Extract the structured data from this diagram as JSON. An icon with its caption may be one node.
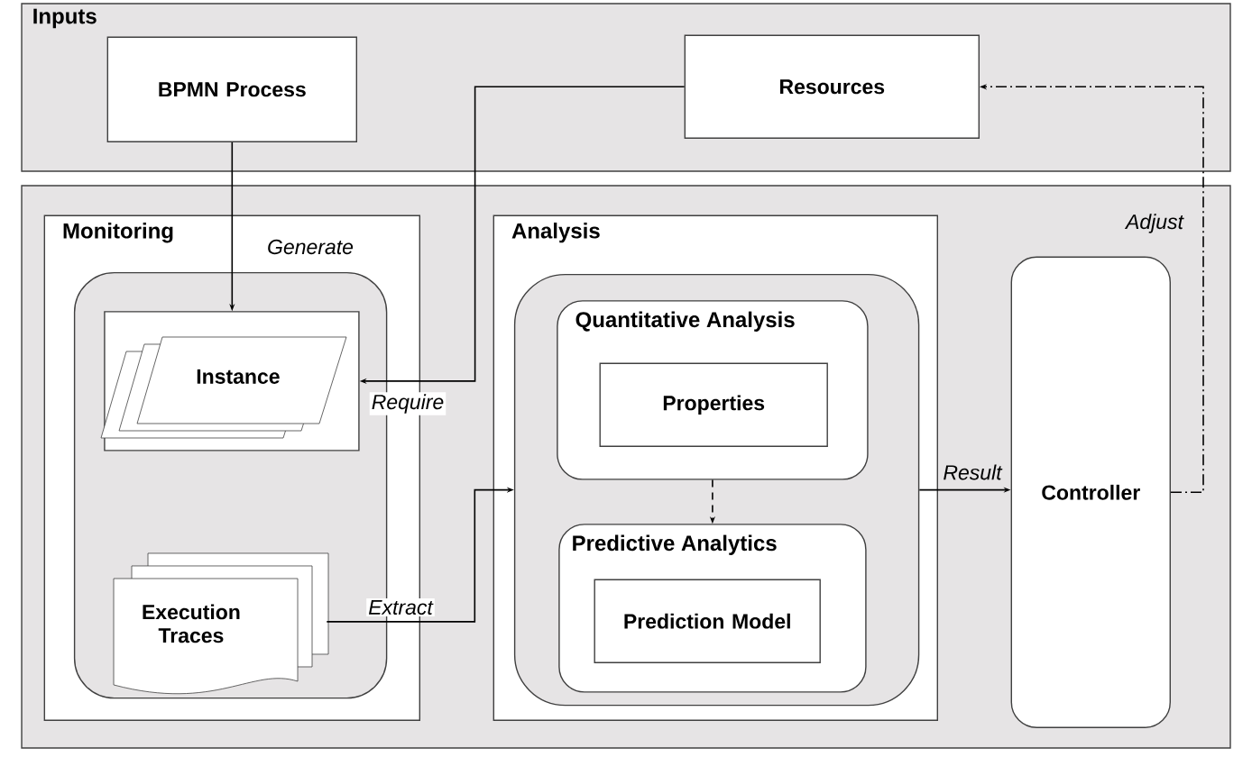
{
  "diagram": {
    "nodes": [
      {
        "text": [
          "Inputs"
        ]
      },
      {
        "text": [
          "BPMN Process"
        ],
        "in": 0
      },
      {
        "text": [
          "Resources"
        ],
        "in": 0
      },
      {
        "text": [],
        "shape": "box"
      },
      {
        "text": [
          "Monitoring"
        ],
        "in": 3
      },
      {
        "text": [],
        "shape": "box",
        "in": 4
      },
      {
        "text": [
          "Instance"
        ],
        "in": 5
      },
      {
        "text": [
          "Execution Traces"
        ],
        "in": 5
      },
      {
        "text": [
          "Analysis"
        ],
        "in": 3
      },
      {
        "text": [],
        "shape": "box",
        "in": 8
      },
      {
        "text": [
          "Quantitative Analysis"
        ],
        "in": 9
      },
      {
        "text": [
          "Properties"
        ],
        "in": 10
      },
      {
        "text": [
          "Predictive Analytics"
        ],
        "in": 9
      },
      {
        "text": [
          "Prediction Model"
        ],
        "in": 12
      },
      {
        "text": [
          "Controller"
        ],
        "in": 3
      }
    ],
    "edges": [
      {
        "from": 1,
        "to": 6,
        "arrow": "to",
        "label": "Generate"
      },
      {
        "from": 2,
        "to": 6,
        "arrow": "to",
        "label": "Require"
      },
      {
        "from": 7,
        "to": 9,
        "arrow": "to",
        "label": "Extract"
      },
      {
        "from": 10,
        "to": 12,
        "arrow": "to",
        "style": "dashed"
      },
      {
        "from": 9,
        "to": 14,
        "arrow": "to",
        "label": "Result"
      },
      {
        "from": 14,
        "to": 2,
        "arrow": "to",
        "style": "dashed",
        "label": "Adjust"
      }
    ]
  }
}
